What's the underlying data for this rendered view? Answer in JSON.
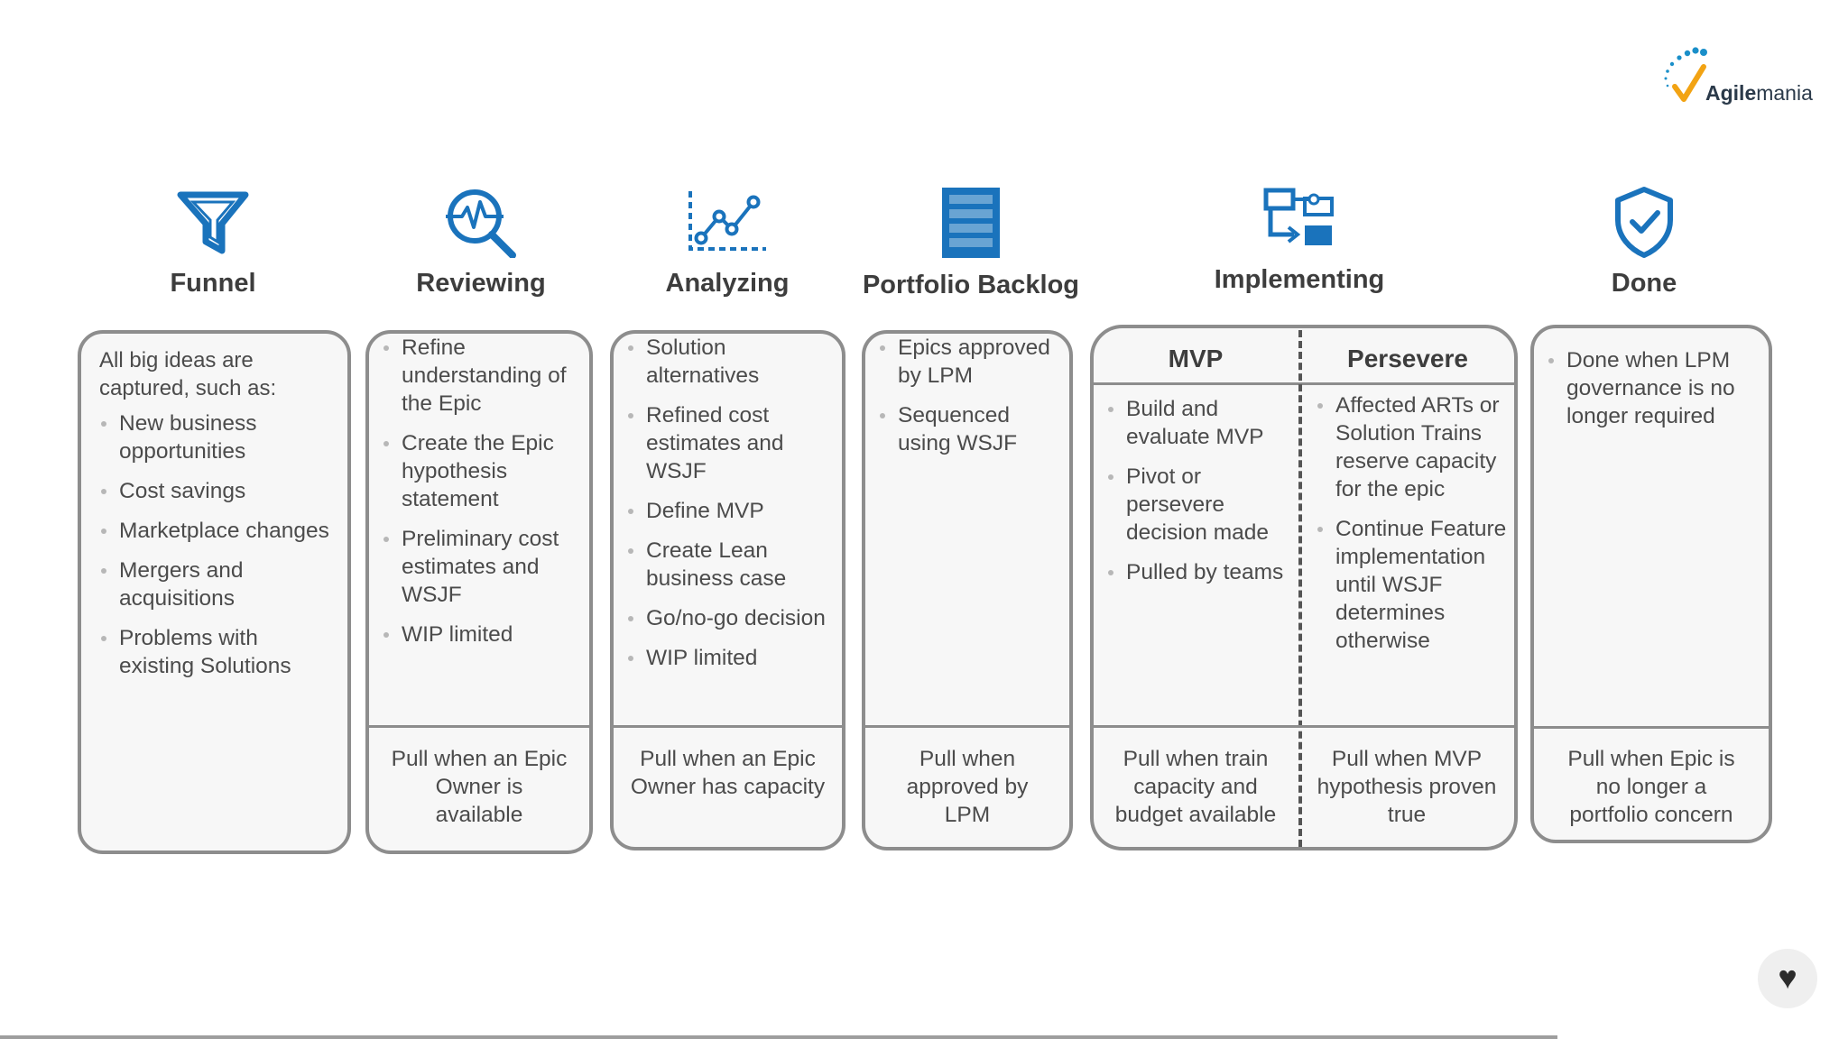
{
  "logo": {
    "brand_bold": "Agile",
    "brand_light": "mania"
  },
  "stages": {
    "funnel": {
      "title": "Funnel",
      "intro": "All big ideas are captured, such as:",
      "items": [
        "New business opportunities",
        "Cost savings",
        "Marketplace changes",
        "Mergers and acquisitions",
        "Problems with existing Solutions"
      ]
    },
    "reviewing": {
      "title": "Reviewing",
      "items": [
        "Refine understanding of the Epic",
        "Create the Epic hypothesis statement",
        "Preliminary cost estimates and WSJF",
        "WIP limited"
      ],
      "pull": "Pull when an Epic Owner is available"
    },
    "analyzing": {
      "title": "Analyzing",
      "items": [
        "Solution alternatives",
        "Refined cost estimates and WSJF",
        "Define MVP",
        "Create Lean business case",
        "Go/no-go decision",
        "WIP limited"
      ],
      "pull": "Pull when an Epic Owner has capacity"
    },
    "backlog": {
      "title": "Portfolio Backlog",
      "items": [
        "Epics approved by LPM",
        "Sequenced using WSJF"
      ],
      "pull": "Pull when approved by LPM"
    },
    "implementing": {
      "title": "Implementing",
      "mvp": {
        "title": "MVP",
        "items": [
          "Build and evaluate MVP",
          "Pivot or persevere decision made",
          "Pulled by teams"
        ],
        "pull": "Pull when train capacity and budget available"
      },
      "persevere": {
        "title": "Persevere",
        "items": [
          "Affected ARTs or Solution Trains reserve capacity for the epic",
          "Continue Feature implementation until WSJF determines otherwise"
        ],
        "pull": "Pull when MVP hypothesis proven true"
      }
    },
    "done": {
      "title": "Done",
      "items": [
        "Done when LPM governance is no longer required"
      ],
      "pull": "Pull when Epic is no longer a portfolio concern"
    }
  },
  "icons": {
    "funnel": "funnel-icon",
    "reviewing": "magnifier-pulse-icon",
    "analyzing": "line-chart-icon",
    "backlog": "stacked-list-icon",
    "implementing": "process-flow-icon",
    "done": "shield-check-icon",
    "heart": "heart-icon"
  },
  "colors": {
    "icon_blue": "#1a73bc",
    "border": "#8d8d8d"
  }
}
